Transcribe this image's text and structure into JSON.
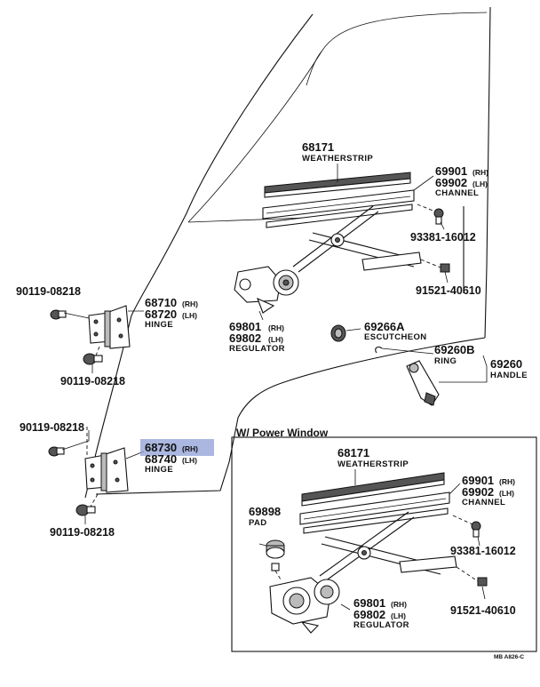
{
  "labels": {
    "weatherstrip_top": {
      "num": "68171",
      "name": "WEATHERSTRIP"
    },
    "channel_top": {
      "num_rh": "69901",
      "sfx_rh": "(RH)",
      "num_lh": "69902",
      "sfx_lh": "(LH)",
      "name": "CHANNEL"
    },
    "bolt_top": {
      "num": "93381-16012"
    },
    "nut_top": {
      "num": "91521-40610"
    },
    "hinge_upper": {
      "num_rh": "68710",
      "sfx_rh": "(RH)",
      "num_lh": "68720",
      "sfx_lh": "(LH)",
      "name": "HINGE"
    },
    "bolt_hinge_upper_left": {
      "num": "90119-08218"
    },
    "bolt_hinge_upper_below": {
      "num": "90119-08218"
    },
    "regulator_top": {
      "num_rh": "69801",
      "sfx_rh": "(RH)",
      "num_lh": "69802",
      "sfx_lh": "(LH)",
      "name": "REGULATOR"
    },
    "escutcheon": {
      "num": "69266A",
      "name": "ESCUTCHEON"
    },
    "ring": {
      "num": "69260B",
      "name": "RING"
    },
    "handle": {
      "num": "69260",
      "name": "HANDLE"
    },
    "bolt_hinge_lower_left": {
      "num": "90119-08218"
    },
    "hinge_lower": {
      "num_rh": "68730",
      "sfx_rh": "(RH)",
      "num_lh": "68740",
      "sfx_lh": "(LH)",
      "name": "HINGE"
    },
    "bolt_hinge_lower_below": {
      "num": "90119-08218"
    },
    "power_window": {
      "title": "W/ Power Window"
    },
    "weatherstrip_pw": {
      "num": "68171",
      "name": "WEATHERSTRIP"
    },
    "channel_pw": {
      "num_rh": "69901",
      "sfx_rh": "(RH)",
      "num_lh": "69902",
      "sfx_lh": "(LH)",
      "name": "CHANNEL"
    },
    "pad": {
      "num": "69898",
      "name": "PAD"
    },
    "bolt_pw": {
      "num": "93381-16012"
    },
    "regulator_pw": {
      "num_rh": "69801",
      "sfx_rh": "(RH)",
      "num_lh": "69802",
      "sfx_lh": "(LH)",
      "name": "REGULATOR"
    },
    "nut_pw": {
      "num": "91521-40610"
    },
    "code": {
      "text": "MB A826-C"
    }
  },
  "highlight": {
    "part": "68730",
    "color": "#8f9fd6"
  }
}
